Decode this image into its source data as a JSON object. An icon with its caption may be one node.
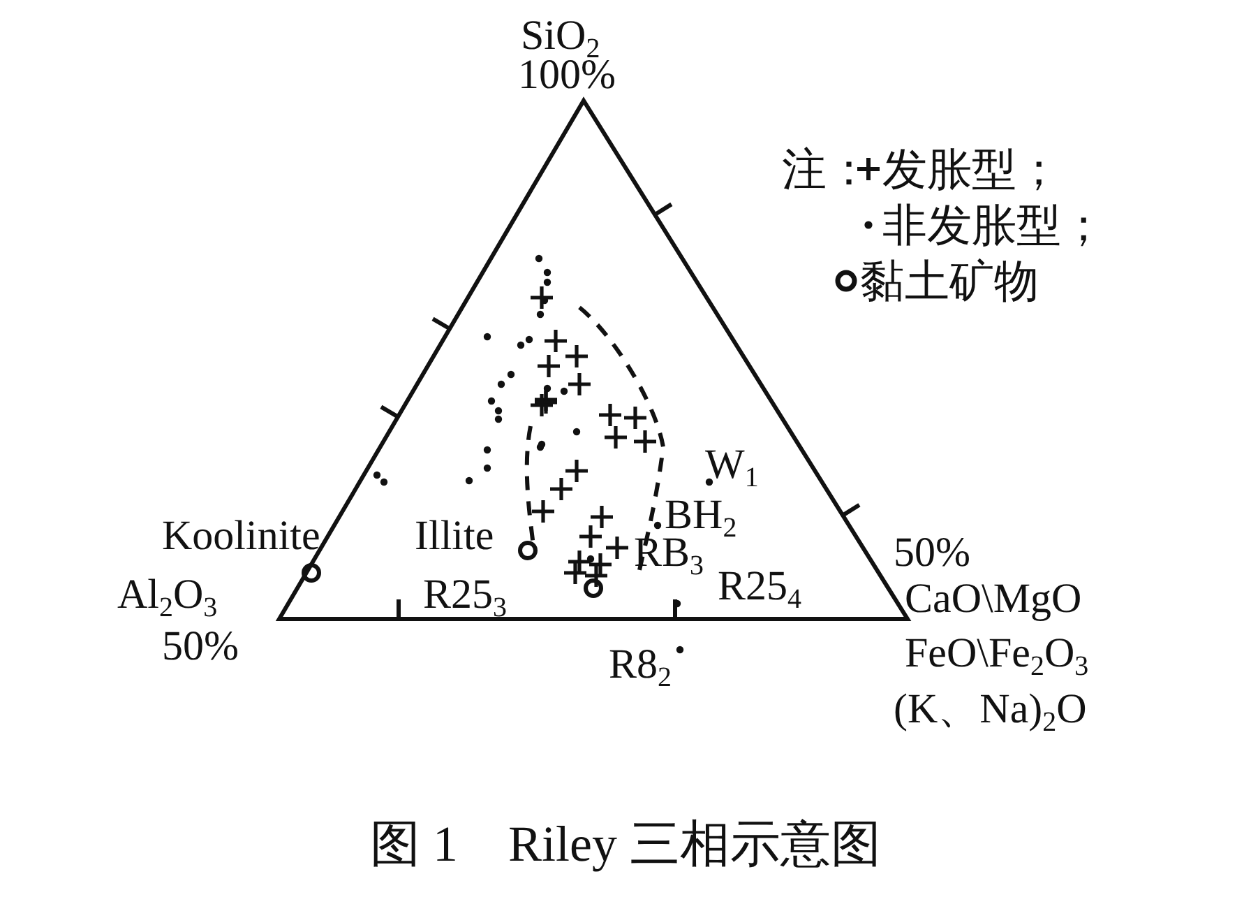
{
  "diagram": {
    "caption": "图 1　Riley 三相示意图",
    "labels": [
      "SiO$_{2}$",
      "100%",
      "注：",
      "W$_{1}$",
      "Koolinite",
      "Illite",
      "BH$_{2}$",
      "RB$_{3}$",
      "Al$_{2}$O$_{3}$",
      "50%",
      "R25$_{3}$",
      "R25$_{4}$",
      "50%",
      "CaO\\MgO",
      "R8$_{2}$",
      "FeO\\Fe$_{2}$O$_{3}$",
      "(K、Na)$_{2}$O"
    ],
    "legend": [
      {
        "text": "发胀型；"
      },
      {
        "text": "非发胀型；"
      },
      {
        "text": "黏土矿物"
      }
    ]
  }
}
